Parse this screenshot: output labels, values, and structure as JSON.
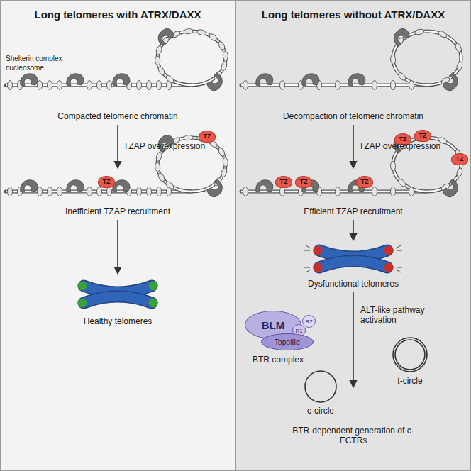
{
  "diagram": {
    "nodes": [
      {
        "text": [
          "Long telomeres with ATRX/DAXX"
        ]
      },
      {
        "text": [
          "Long telomeres without ATRX/DAXX"
        ]
      },
      {
        "text": [
          "TZ"
        ],
        "in": 0
      },
      {
        "text": [
          "TZ"
        ],
        "in": 0
      },
      {
        "text": [
          "TZ"
        ],
        "in": 1
      },
      {
        "text": [
          "TZ"
        ],
        "in": 1
      },
      {
        "text": [
          "TZ"
        ],
        "in": 1
      },
      {
        "text": [
          "TZ"
        ],
        "in": 1
      },
      {
        "text": [
          "TZ"
        ],
        "in": 1
      },
      {
        "text": [
          "TZ"
        ],
        "in": 1
      },
      {
        "text": [
          "BLM"
        ],
        "in": 1
      },
      {
        "text": [
          "R2"
        ],
        "in": 1
      },
      {
        "text": [
          "R1"
        ],
        "in": 1
      },
      {
        "text": [
          "TopoIIIα"
        ],
        "in": 1
      }
    ],
    "labels": [
      "Shelterin complex",
      "nucleosome",
      "Compacted telomeric chromatin",
      "TZAP overexpression",
      "Inefficient TZAP recruitment",
      "Healthy telomeres",
      "Decompaction of telomeric chromatin",
      "TZAP overexpression",
      "Efficient TZAP recruitment",
      "Dysfunctional telomeres",
      "ALT-like pathway activation",
      "BTR complex",
      "t-circle",
      "c-circle",
      "BTR-dependent generation of c-ECTRs"
    ]
  }
}
